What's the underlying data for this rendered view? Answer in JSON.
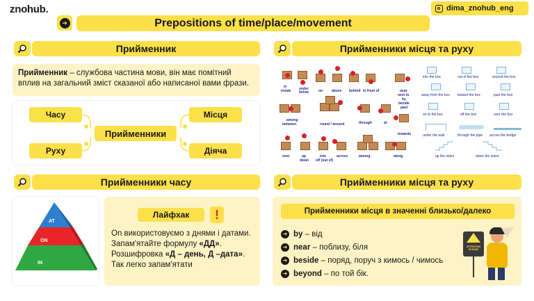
{
  "brand": {
    "logo": "znohub.",
    "handle": "dima_znohub_eng"
  },
  "title": "Prepositions of time/place/movement",
  "sections": {
    "pryimennyk": {
      "banner": "Прийменник",
      "definition_term": "Прийменник",
      "definition_rest": " – службова частина мови, він має помітний вплив на загальний зміст сказаної або написаної вами фрази.",
      "center": "Прийменники",
      "types": [
        "Часу",
        "Місця",
        "Руху",
        "Діяча"
      ]
    },
    "place_movement_top": {
      "banner": "Прийменники місця та руху",
      "boxes_labels": [
        "in",
        "inside",
        "under",
        "below",
        "on",
        "above",
        "behind",
        "in front of",
        "near",
        "next to",
        "by",
        "beside",
        "past",
        "among",
        "between",
        "round / around",
        "through",
        "at",
        "towards",
        "over",
        "up",
        "down",
        "into",
        "off (out of)",
        "across",
        "among",
        "along"
      ],
      "sketch_labels": [
        "into the box",
        "out of the box",
        "around the box",
        "away from the box",
        "toward the box",
        "past the box",
        "on to the box",
        "off the box",
        "over the box",
        "under the wall",
        "through the pipe",
        "across the bridge",
        "up the stairs",
        "down the stairs"
      ]
    },
    "time": {
      "banner": "Прийменники часу",
      "pyramid": [
        "AT",
        "ON",
        "IN"
      ],
      "tip_title": "Лайфхак",
      "tip_mark": "!",
      "tip_text_1": "On використовуємо з днями і датами. Запам'ятайте формулу ",
      "tip_formula": "«ДД»",
      "tip_text_1_end": ".",
      "tip_text_2": "Розшифровка ",
      "tip_decode": "«Д – день, Д –дата»",
      "tip_text_2_end": ".",
      "tip_text_3": "Так легко запам'ятати"
    },
    "place_movement_bottom": {
      "banner": "Прийменники місця та руху",
      "subtitle": "Прийменники місця в значенні близько/далеко",
      "items": [
        {
          "term": "by",
          "meaning": " – від"
        },
        {
          "term": "near",
          "meaning": " – поблизу, біля"
        },
        {
          "term": "beside",
          "meaning": " – поряд, поруч з кимось / чимось"
        },
        {
          "term": "beyond",
          "meaning": " – по той бік."
        }
      ],
      "sign_text": "ATTENTION PLEASE"
    }
  },
  "colors": {
    "accent": "#fbe04a",
    "pale": "#fdf3c4",
    "dark": "#1a1a1a",
    "pyramid_top": "#2f7fd0",
    "pyramid_mid": "#e8262a",
    "pyramid_base": "#2ea843"
  }
}
